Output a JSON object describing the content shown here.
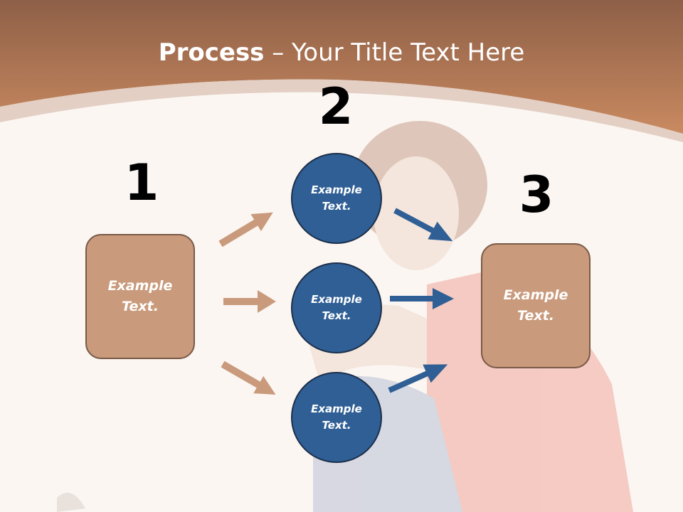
{
  "slide": {
    "title_bold": "Process",
    "title_rest": " – Your Title Text Here",
    "step1": {
      "number": "1",
      "box_text": "Example Text."
    },
    "step2": {
      "number": "2",
      "circles": [
        {
          "text": "Example Text."
        },
        {
          "text": "Example Text."
        },
        {
          "text": "Example Text."
        }
      ]
    },
    "step3": {
      "number": "3",
      "box_text": "Example Text."
    }
  },
  "colors": {
    "header_brown": "#b57a55",
    "box_fill": "#c99a7b",
    "circle_fill": "#2f5f95",
    "arrow_tan": "#c99a7b",
    "arrow_blue": "#2f5f95"
  }
}
